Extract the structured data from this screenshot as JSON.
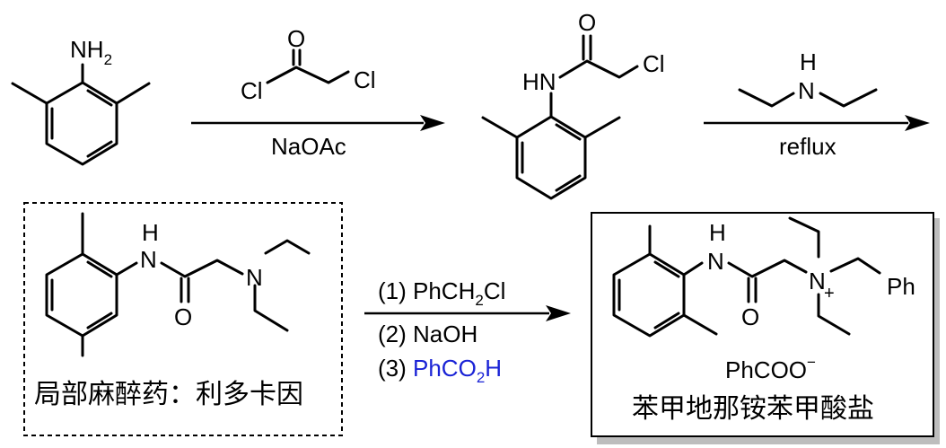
{
  "colors": {
    "bond": "#000000",
    "red": "#e8211f",
    "blue": "#1a23d6",
    "shadow": "#bdbdbd"
  },
  "reactant": {
    "nh2": "NH",
    "nh2_sub": "2"
  },
  "step1": {
    "cl_left": "Cl",
    "o": "O",
    "cl_right": "Cl",
    "reagent": "NaOAc"
  },
  "intermediate": {
    "o": "O",
    "hn": "HN",
    "cl": "Cl"
  },
  "step2": {
    "nh_h": "H",
    "nh_n": "N",
    "condition": "reflux"
  },
  "lidocaine": {
    "h": "H",
    "n_amide": "N",
    "o": "O",
    "n_amine": "N",
    "caption": "局部麻醉药：利多卡因"
  },
  "step3": {
    "line1_a": "(1) PhCH",
    "line1_sub": "2",
    "line1_b": "Cl",
    "line2": "(2) NaOH",
    "line3_a": "(3) ",
    "line3_b": "PhCO",
    "line3_sub": "2",
    "line3_c": "H"
  },
  "product": {
    "h": "H",
    "n_amide": "N",
    "o": "O",
    "n_plus": "N",
    "plus": "+",
    "ph": "Ph",
    "anion": "PhCOO",
    "anion_charge": "−",
    "caption": "苯甲地那铵苯甲酸盐"
  }
}
